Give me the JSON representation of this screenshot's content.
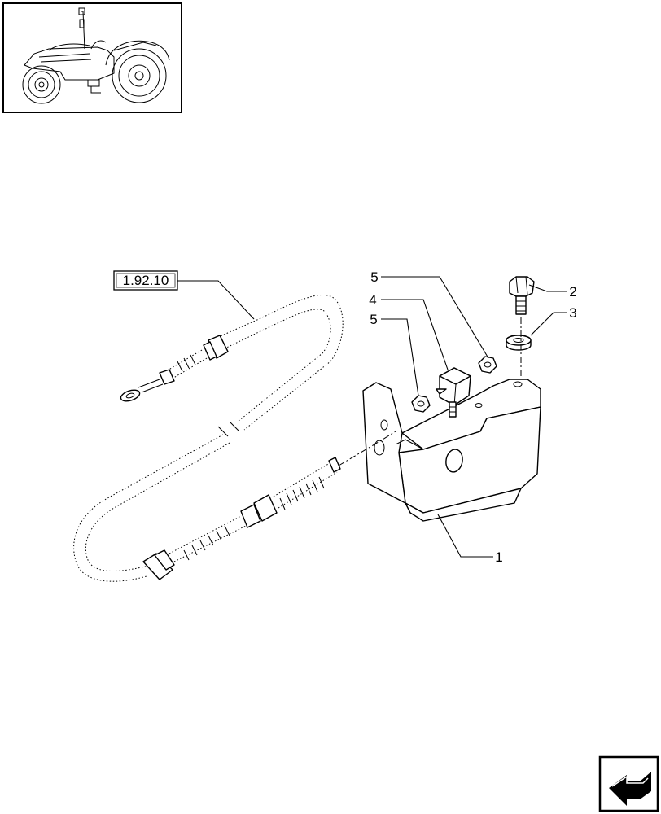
{
  "reference_box": {
    "text": "1.92.10"
  },
  "callouts": {
    "c1": "1",
    "c2": "2",
    "c3": "3",
    "c4": "4",
    "c5a": "5",
    "c5b": "5"
  },
  "icons": {
    "thumbnail": "tractor-thumbnail-icon",
    "navigation": "next-page-arrow-icon"
  }
}
